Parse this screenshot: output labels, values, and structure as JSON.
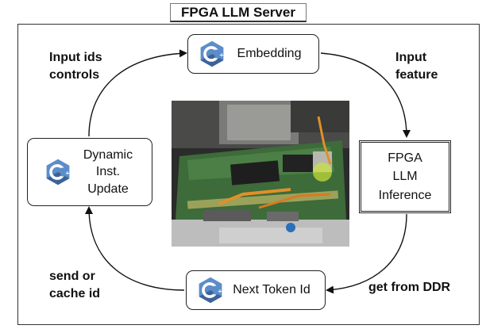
{
  "title": "FPGA LLM Server",
  "nodes": {
    "embedding": {
      "label": "Embedding",
      "icon": "cpp-logo-icon"
    },
    "fpga_inference": {
      "line1": "FPGA",
      "line2": "LLM",
      "line3": "Inference"
    },
    "next_token": {
      "label": "Next Token Id",
      "icon": "cpp-logo-icon"
    },
    "dynamic_update": {
      "line1": "Dynamic",
      "line2": "Inst.",
      "line3": "Update",
      "icon": "cpp-logo-icon"
    }
  },
  "edges": {
    "input_ids": {
      "line1": "Input ids",
      "line2": "controls"
    },
    "input_feature": {
      "line1": "Input",
      "line2": "feature"
    },
    "get_from_ddr": {
      "line1": "get from DDR"
    },
    "send_or_cache": {
      "line1": "send or",
      "line2": "cache id"
    }
  },
  "colors": {
    "cpp_blue": "#5c8dc9",
    "cpp_dark": "#23416f",
    "board_green": "#3d6b3a"
  },
  "photo": {
    "subject": "fpga-board-photo"
  }
}
